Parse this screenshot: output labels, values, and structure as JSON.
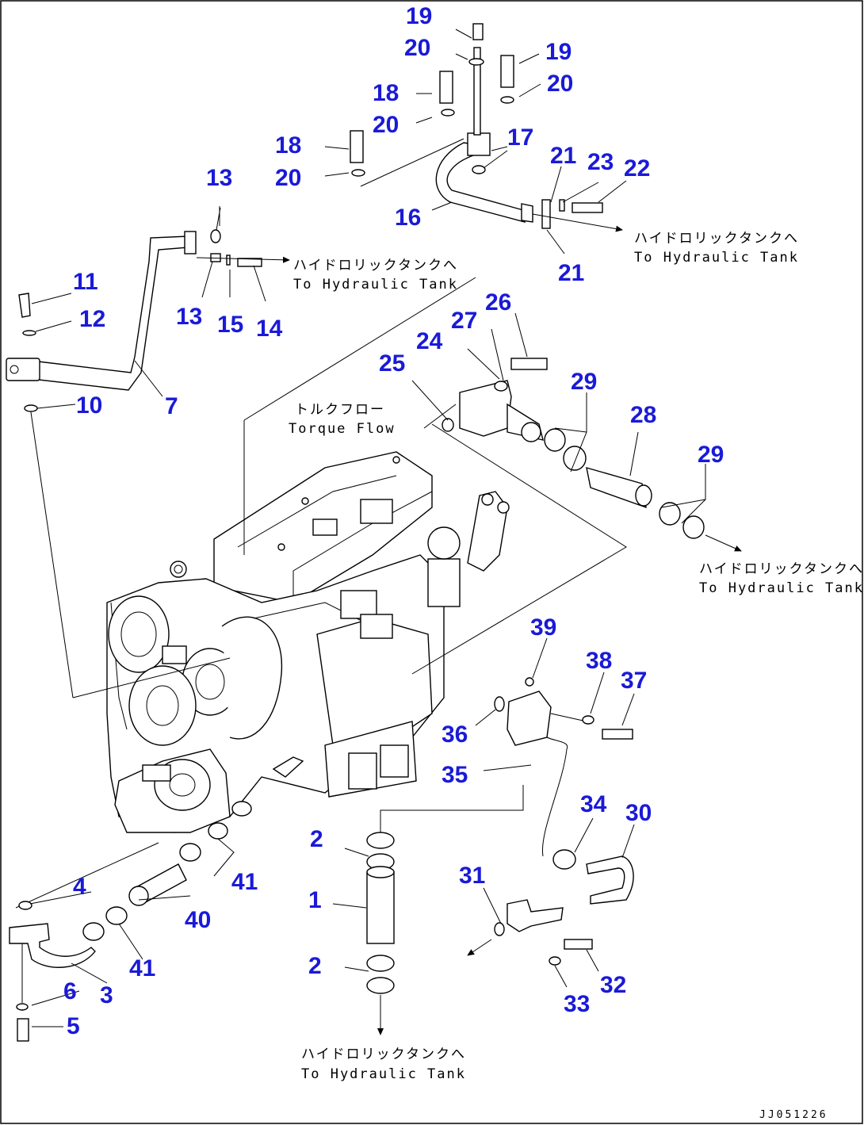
{
  "callouts": {
    "n1": "1",
    "n2a": "2",
    "n2b": "2",
    "n3": "3",
    "n4": "4",
    "n5": "5",
    "n6": "6",
    "n7": "7",
    "n10": "10",
    "n11": "11",
    "n12": "12",
    "n13a": "13",
    "n13b": "13",
    "n14": "14",
    "n15": "15",
    "n16": "16",
    "n17": "17",
    "n18a": "18",
    "n18b": "18",
    "n19a": "19",
    "n19b": "19",
    "n20a": "20",
    "n20b": "20",
    "n20c": "20",
    "n20d": "20",
    "n21a": "21",
    "n21b": "21",
    "n22": "22",
    "n23": "23",
    "n24": "24",
    "n25": "25",
    "n26": "26",
    "n27": "27",
    "n28": "28",
    "n29a": "29",
    "n29b": "29",
    "n30": "30",
    "n31": "31",
    "n32": "32",
    "n33": "33",
    "n34": "34",
    "n35": "35",
    "n36": "36",
    "n37": "37",
    "n38": "38",
    "n39": "39",
    "n40": "40",
    "n41a": "41",
    "n41b": "41"
  },
  "notes": {
    "tank_right_top_jp": "ハイドロリックタンクへ",
    "tank_right_top_en": "To Hydraulic Tank",
    "tank_mid_jp": "ハイドロリックタンクへ",
    "tank_mid_en": "To Hydraulic Tank",
    "torque_flow_jp": "トルクフロー",
    "torque_flow_en": "Torque Flow",
    "tank_right_jp": "ハイドロリックタンクへ",
    "tank_right_en": "To Hydraulic Tank",
    "tank_bottom_jp": "ハイドロリックタンクへ",
    "tank_bottom_en": "To Hydraulic Tank"
  },
  "drawing_code": "JJ051226"
}
